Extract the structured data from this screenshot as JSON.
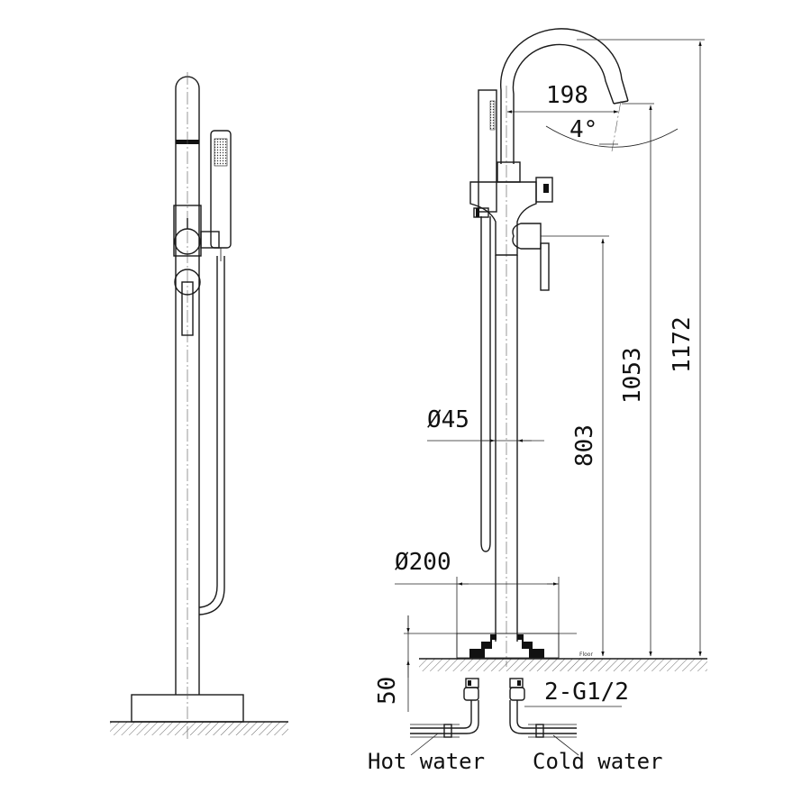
{
  "dimensions": {
    "spout_reach": "198",
    "spout_angle": "4°",
    "diameter_column": "Ø45",
    "diameter_base": "Ø200",
    "height_handle": "803",
    "height_spout_outlet": "1053",
    "height_total": "1172",
    "base_depth": "50",
    "connection": "2-G1/2"
  },
  "labels": {
    "floor": "Floor",
    "hot_water": "Hot water",
    "cold_water": "Cold water"
  }
}
